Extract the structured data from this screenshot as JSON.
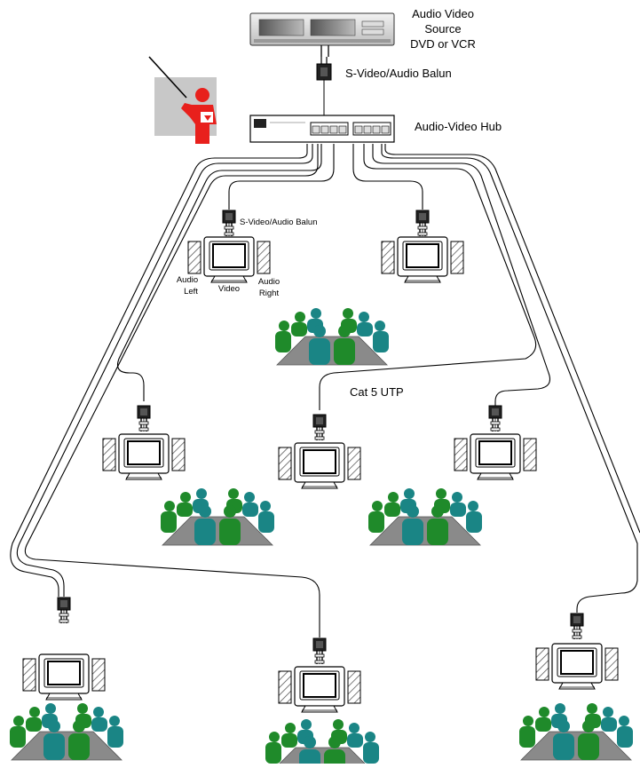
{
  "labels": {
    "source_line1": "Audio Video",
    "source_line2": "Source",
    "source_line3": "DVD or VCR",
    "balun_top": "S-Video/Audio Balun",
    "hub": "Audio-Video Hub",
    "balun_small": "S-Video/Audio Balun",
    "audio_left_1": "Audio",
    "audio_left_2": "Left",
    "video": "Video",
    "audio_right_1": "Audio",
    "audio_right_2": "Right",
    "cable": "Cat 5 UTP"
  },
  "colors": {
    "presenter": "#e8201c",
    "presenter_bg": "#c8c8c8",
    "teal": "#1a8585",
    "green": "#1f8a2a",
    "table": "#8a8a8a",
    "speaker_hatch": "#444444"
  }
}
